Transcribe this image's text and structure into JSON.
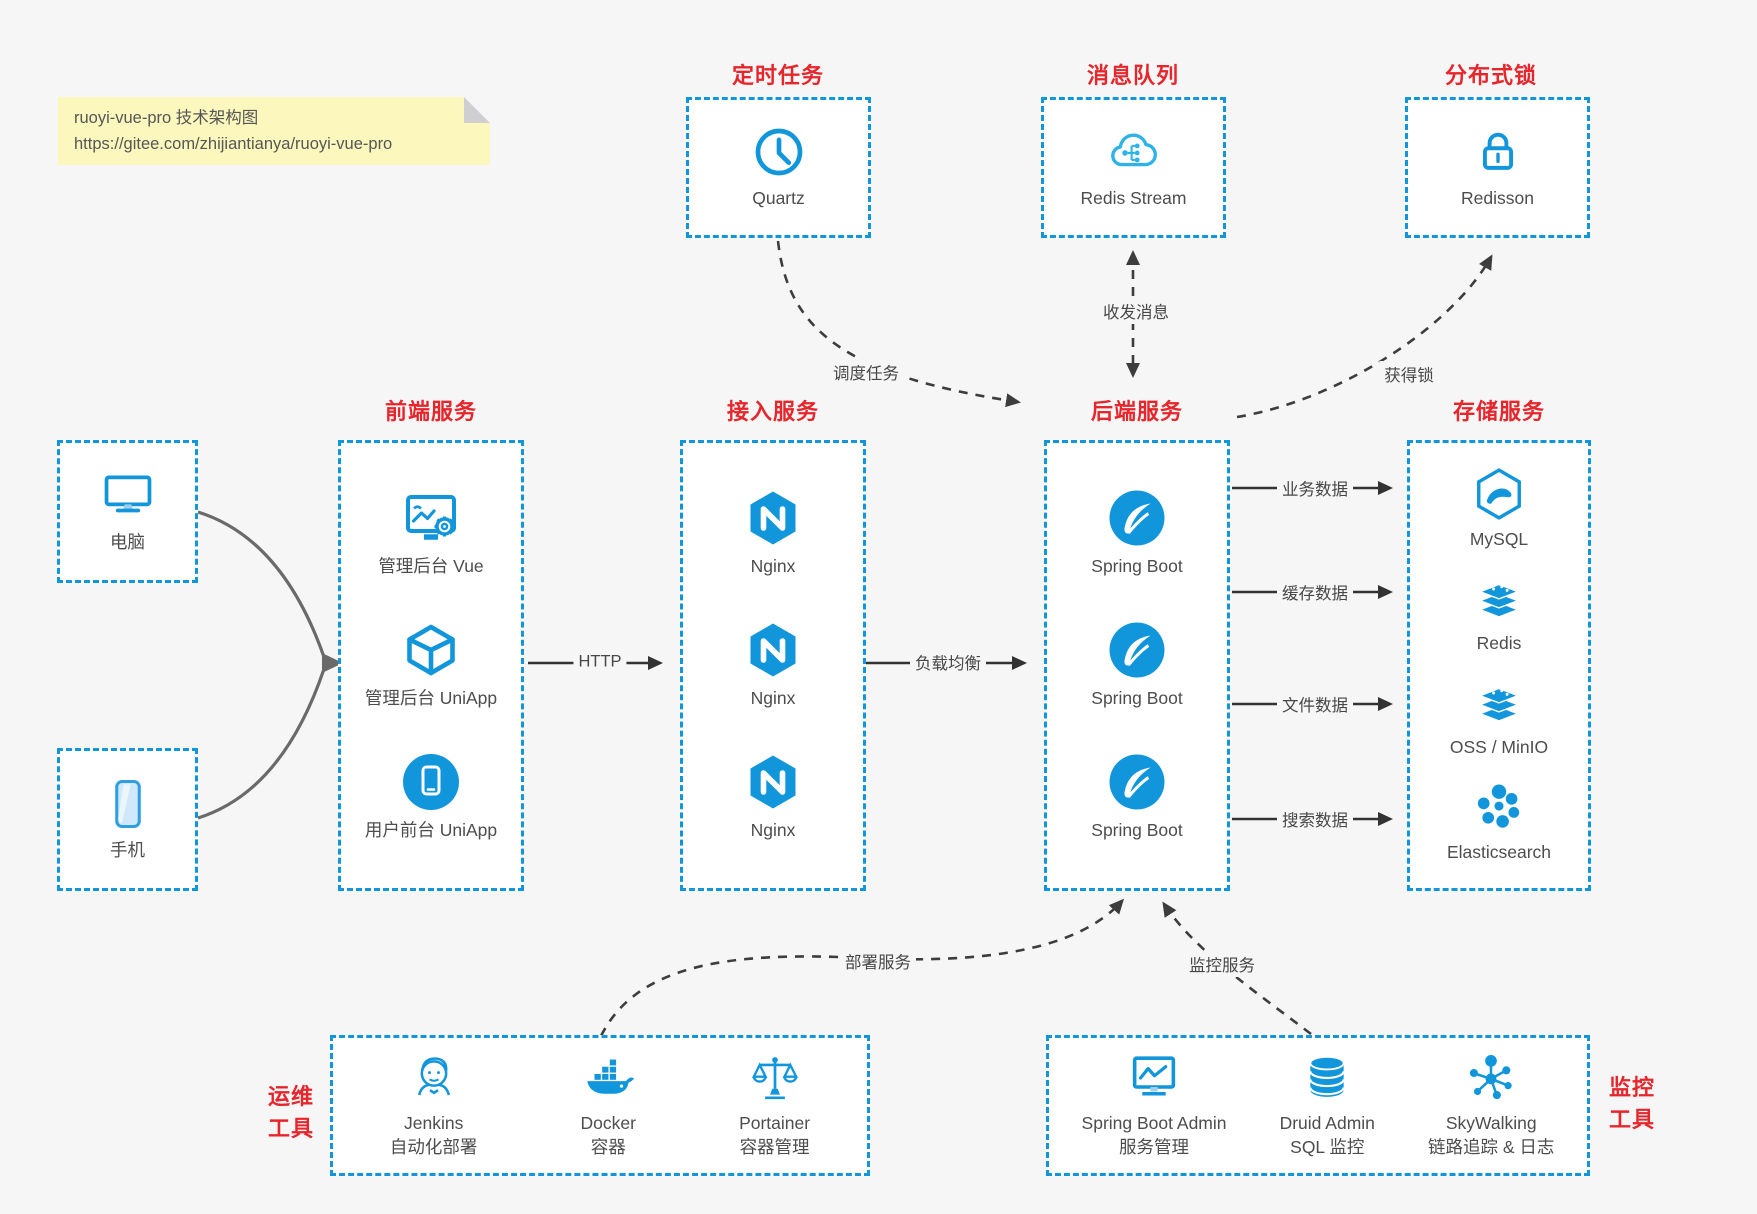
{
  "note": {
    "line1": "ruoyi-vue-pro 技术架构图",
    "line2": "https://gitee.com/zhijiantianya/ruoyi-vue-pro"
  },
  "colors": {
    "blue": "#1296db",
    "red": "#e7262c",
    "background": "#f6f6f7",
    "note_yellow": "#fbf7bd"
  },
  "top_groups": {
    "scheduler": {
      "title": "定时任务",
      "item": "Quartz"
    },
    "mq": {
      "title": "消息队列",
      "item": "Redis Stream"
    },
    "lock": {
      "title": "分布式锁",
      "item": "Redisson"
    }
  },
  "clients": {
    "pc": "电脑",
    "mobile": "手机"
  },
  "frontend": {
    "title": "前端服务",
    "items": [
      "管理后台 Vue",
      "管理后台 UniApp",
      "用户前台 UniApp"
    ]
  },
  "gateway": {
    "title": "接入服务",
    "items": [
      "Nginx",
      "Nginx",
      "Nginx"
    ]
  },
  "backend": {
    "title": "后端服务",
    "items": [
      "Spring Boot",
      "Spring Boot",
      "Spring Boot"
    ]
  },
  "storage": {
    "title": "存储服务",
    "items": [
      "MySQL",
      "Redis",
      "OSS / MinIO",
      "Elasticsearch"
    ]
  },
  "ops": {
    "title_line1": "运维",
    "title_line2": "工具",
    "items": [
      {
        "name": "Jenkins",
        "desc": "自动化部署"
      },
      {
        "name": "Docker",
        "desc": "容器"
      },
      {
        "name": "Portainer",
        "desc": "容器管理"
      }
    ]
  },
  "monitor": {
    "title_line1": "监控",
    "title_line2": "工具",
    "items": [
      {
        "name": "Spring Boot Admin",
        "desc": "服务管理"
      },
      {
        "name": "Druid Admin",
        "desc": "SQL 监控"
      },
      {
        "name": "SkyWalking",
        "desc": "链路追踪 & 日志"
      }
    ]
  },
  "edges": {
    "http": "HTTP",
    "load_balance": "负载均衡",
    "schedule": "调度任务",
    "message": "收发消息",
    "acquire_lock": "获得锁",
    "biz_data": "业务数据",
    "cache_data": "缓存数据",
    "file_data": "文件数据",
    "search_data": "搜索数据",
    "deploy": "部署服务",
    "monitoring": "监控服务"
  }
}
